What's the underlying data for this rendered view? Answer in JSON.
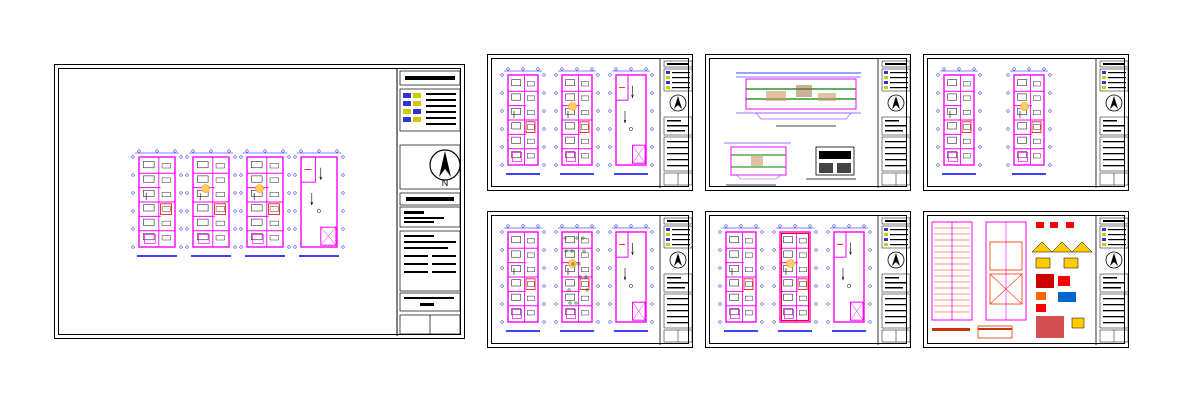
{
  "page": {
    "background": "#ffffff"
  },
  "colors": {
    "wall": "#ff00ff",
    "dim": "#0000ff",
    "detail": "#ff0000",
    "fixture": "#008000",
    "hatch": "#000000",
    "frame": "#000000"
  },
  "main_sheet": {
    "compass_label": "N",
    "plan_count": 4
  },
  "sheets": [
    {
      "id": "sheet-2",
      "kind": "floor-plans",
      "plan_count": 3
    },
    {
      "id": "sheet-3",
      "kind": "elevations-sections"
    },
    {
      "id": "sheet-4",
      "kind": "floor-plans",
      "plan_count": 2
    },
    {
      "id": "sheet-5",
      "kind": "floor-plans",
      "plan_count": 3
    },
    {
      "id": "sheet-6",
      "kind": "floor-plans",
      "plan_count": 3
    },
    {
      "id": "sheet-7",
      "kind": "structural-details",
      "plan_count": 2
    }
  ],
  "icons": [
    "north-arrow-icon",
    "compass-icon"
  ]
}
